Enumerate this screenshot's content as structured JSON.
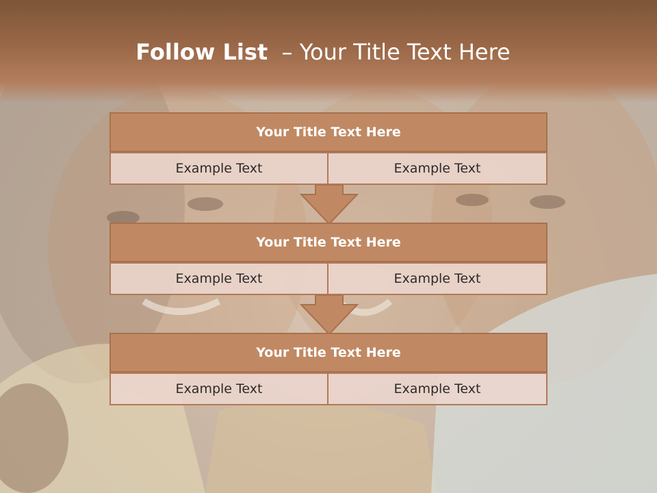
{
  "title": {
    "bold": "Follow List",
    "rest": "  – Your Title Text Here"
  },
  "colors": {
    "header": "#9a6848",
    "box_title": "#c08963",
    "box_border": "#a9714d",
    "cell_bg": "#ecd6ce"
  },
  "blocks": [
    {
      "title": "Your Title Text Here",
      "left": "Example Text",
      "right": "Example Text"
    },
    {
      "title": "Your Title Text Here",
      "left": "Example Text",
      "right": "Example Text"
    },
    {
      "title": "Your Title Text Here",
      "left": "Example Text",
      "right": "Example Text"
    }
  ]
}
